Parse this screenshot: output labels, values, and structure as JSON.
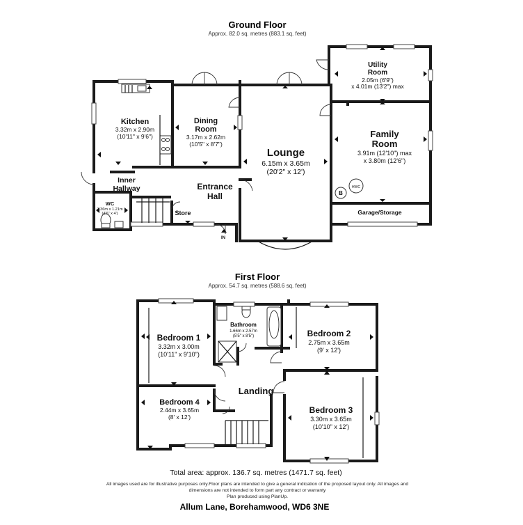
{
  "ground_floor": {
    "title": "Ground Floor",
    "area": "Approx. 82.0 sq. metres (883.1 sq. feet)",
    "rooms": {
      "kitchen": {
        "name": "Kitchen",
        "dim_metric": "3.32m x 2.90m",
        "dim_imperial": "(10'11\" x 9'6\")"
      },
      "dining": {
        "name_1": "Dining",
        "name_2": "Room",
        "dim_metric": "3.17m x 2.62m",
        "dim_imperial": "(10'5\" x 8'7\")"
      },
      "lounge": {
        "name": "Lounge",
        "dim_metric": "6.15m x 3.65m",
        "dim_imperial": "(20'2\" x 12')"
      },
      "utility": {
        "name_1": "Utility",
        "name_2": "Room",
        "dim_line_1": "2.05m (6'9\")",
        "dim_line_2": "x 4.01m (13'2\") max"
      },
      "family": {
        "name_1": "Family",
        "name_2": "Room",
        "dim_line_1": "3.91m (12'10\") max",
        "dim_line_2": "x 3.80m (12'6\")"
      },
      "inner_hallway": {
        "name_1": "Inner",
        "name_2": "Hallway"
      },
      "entrance_hall": {
        "name_1": "Entrance",
        "name_2": "Hall"
      },
      "wc": {
        "name": "WC",
        "dim_metric": "1.36m x 1.21m",
        "dim_imperial": "(4'6\" x 4')"
      },
      "store": {
        "name": "Store"
      },
      "garage": {
        "name": "Garage/Storage"
      }
    },
    "labels": {
      "boiler": "B",
      "hwc": "HWC",
      "entrance": "IN"
    }
  },
  "first_floor": {
    "title": "First Floor",
    "area": "Approx. 54.7 sq. metres (588.6 sq. feet)",
    "rooms": {
      "bedroom1": {
        "name": "Bedroom 1",
        "dim_metric": "3.32m x 3.00m",
        "dim_imperial": "(10'11\" x 9'10\")"
      },
      "bathroom": {
        "name": "Bathroom",
        "dim_metric": "1.66m x 2.57m",
        "dim_imperial": "(5'5\" x 8'5\")"
      },
      "bedroom2": {
        "name": "Bedroom 2",
        "dim_metric": "2.75m x 3.65m",
        "dim_imperial": "(9' x 12')"
      },
      "bedroom4": {
        "name": "Bedroom 4",
        "dim_metric": "2.44m x 3.65m",
        "dim_imperial": "(8' x 12')"
      },
      "landing": {
        "name": "Landing"
      },
      "bedroom3": {
        "name": "Bedroom 3",
        "dim_metric": "3.30m x 3.65m",
        "dim_imperial": "(10'10\" x 12')"
      }
    }
  },
  "footer": {
    "total_area": "Total area: approx. 136.7 sq. metres (1471.7 sq. feet)",
    "disclaimer_1": "All images used are for illustrative purposes only.Floor plans are intended to give a general indication of the proposed layout only. All images and",
    "disclaimer_2": "dimensions are not intended to form part any contract or warranty",
    "disclaimer_3": "Plan produced using PlanUp.",
    "address": "Allum Lane, Borehamwood, WD6 3NE"
  }
}
